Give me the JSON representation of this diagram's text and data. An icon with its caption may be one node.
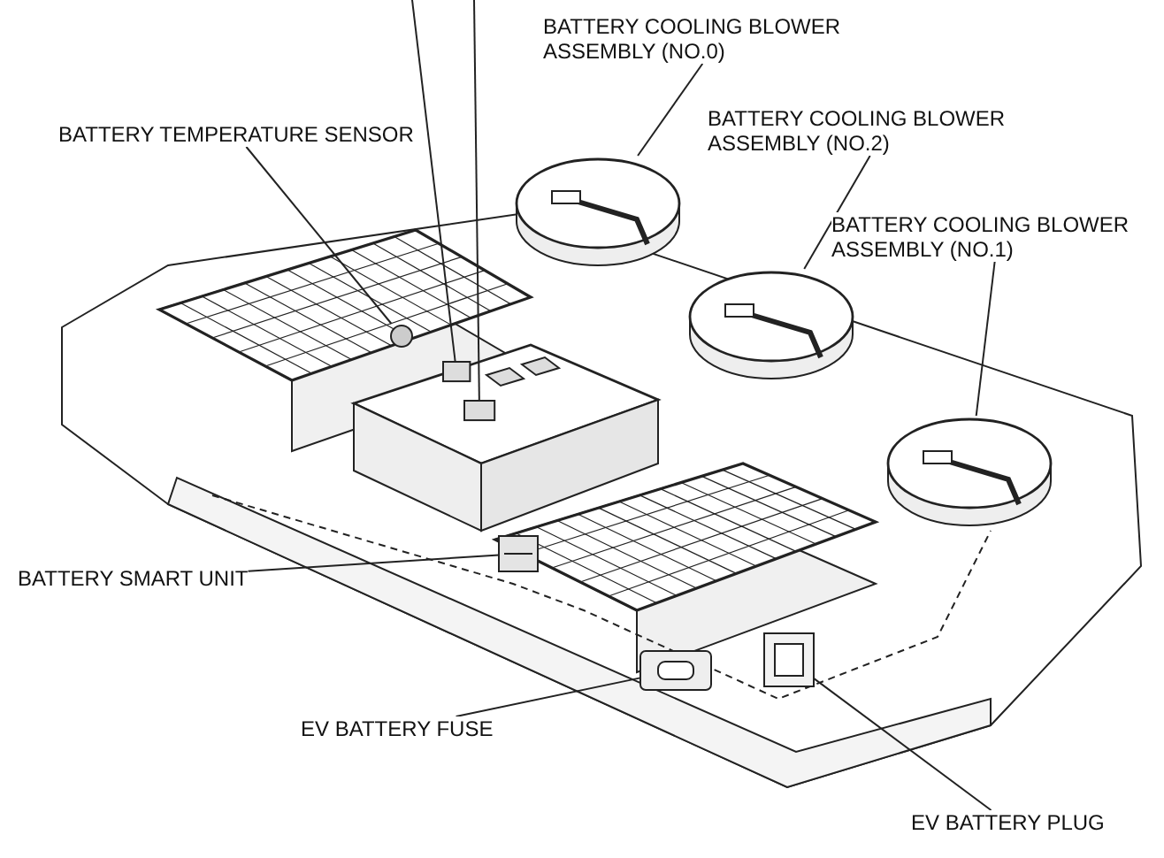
{
  "diagram": {
    "nodes": [
      {
        "text": [],
        "shape": "box"
      },
      {
        "text": [],
        "shape": "box"
      },
      {
        "text": [
          "BATTERY COOLING BLOWER ASSEMBLY (NO.0)"
        ]
      },
      {
        "text": [
          "BATTERY TEMPERATURE SENSOR"
        ]
      },
      {
        "text": [
          "BATTERY COOLING BLOWER ASSEMBLY (NO.2)"
        ]
      },
      {
        "text": [
          "BATTERY COOLING BLOWER ASSEMBLY (NO.1)"
        ]
      },
      {
        "text": [
          "BATTERY SMART UNIT"
        ]
      },
      {
        "text": [
          "EV BATTERY FUSE"
        ]
      },
      {
        "text": [
          "EV BATTERY PLUG"
        ]
      },
      {
        "text": [],
        "shape": "picture"
      },
      {
        "text": [],
        "shape": "circle"
      },
      {
        "text": [],
        "shape": "picture"
      },
      {
        "text": [],
        "shape": "picture"
      },
      {
        "text": [],
        "shape": "picture"
      },
      {
        "text": [],
        "shape": "picture"
      },
      {
        "text": [],
        "shape": "picture"
      }
    ],
    "edges": [
      {
        "from": null,
        "to": 0,
        "arrow": "none"
      },
      {
        "from": null,
        "to": 1,
        "arrow": "none"
      },
      {
        "from": 2,
        "to": 9,
        "arrow": "none"
      },
      {
        "from": 3,
        "to": 10,
        "arrow": "none"
      },
      {
        "from": 4,
        "to": 11,
        "arrow": "none"
      },
      {
        "from": 5,
        "to": 12,
        "arrow": "none"
      },
      {
        "from": 6,
        "to": 13,
        "arrow": "none"
      },
      {
        "from": 7,
        "to": 14,
        "arrow": "none"
      },
      {
        "from": 8,
        "to": 15,
        "arrow": "none"
      }
    ]
  }
}
